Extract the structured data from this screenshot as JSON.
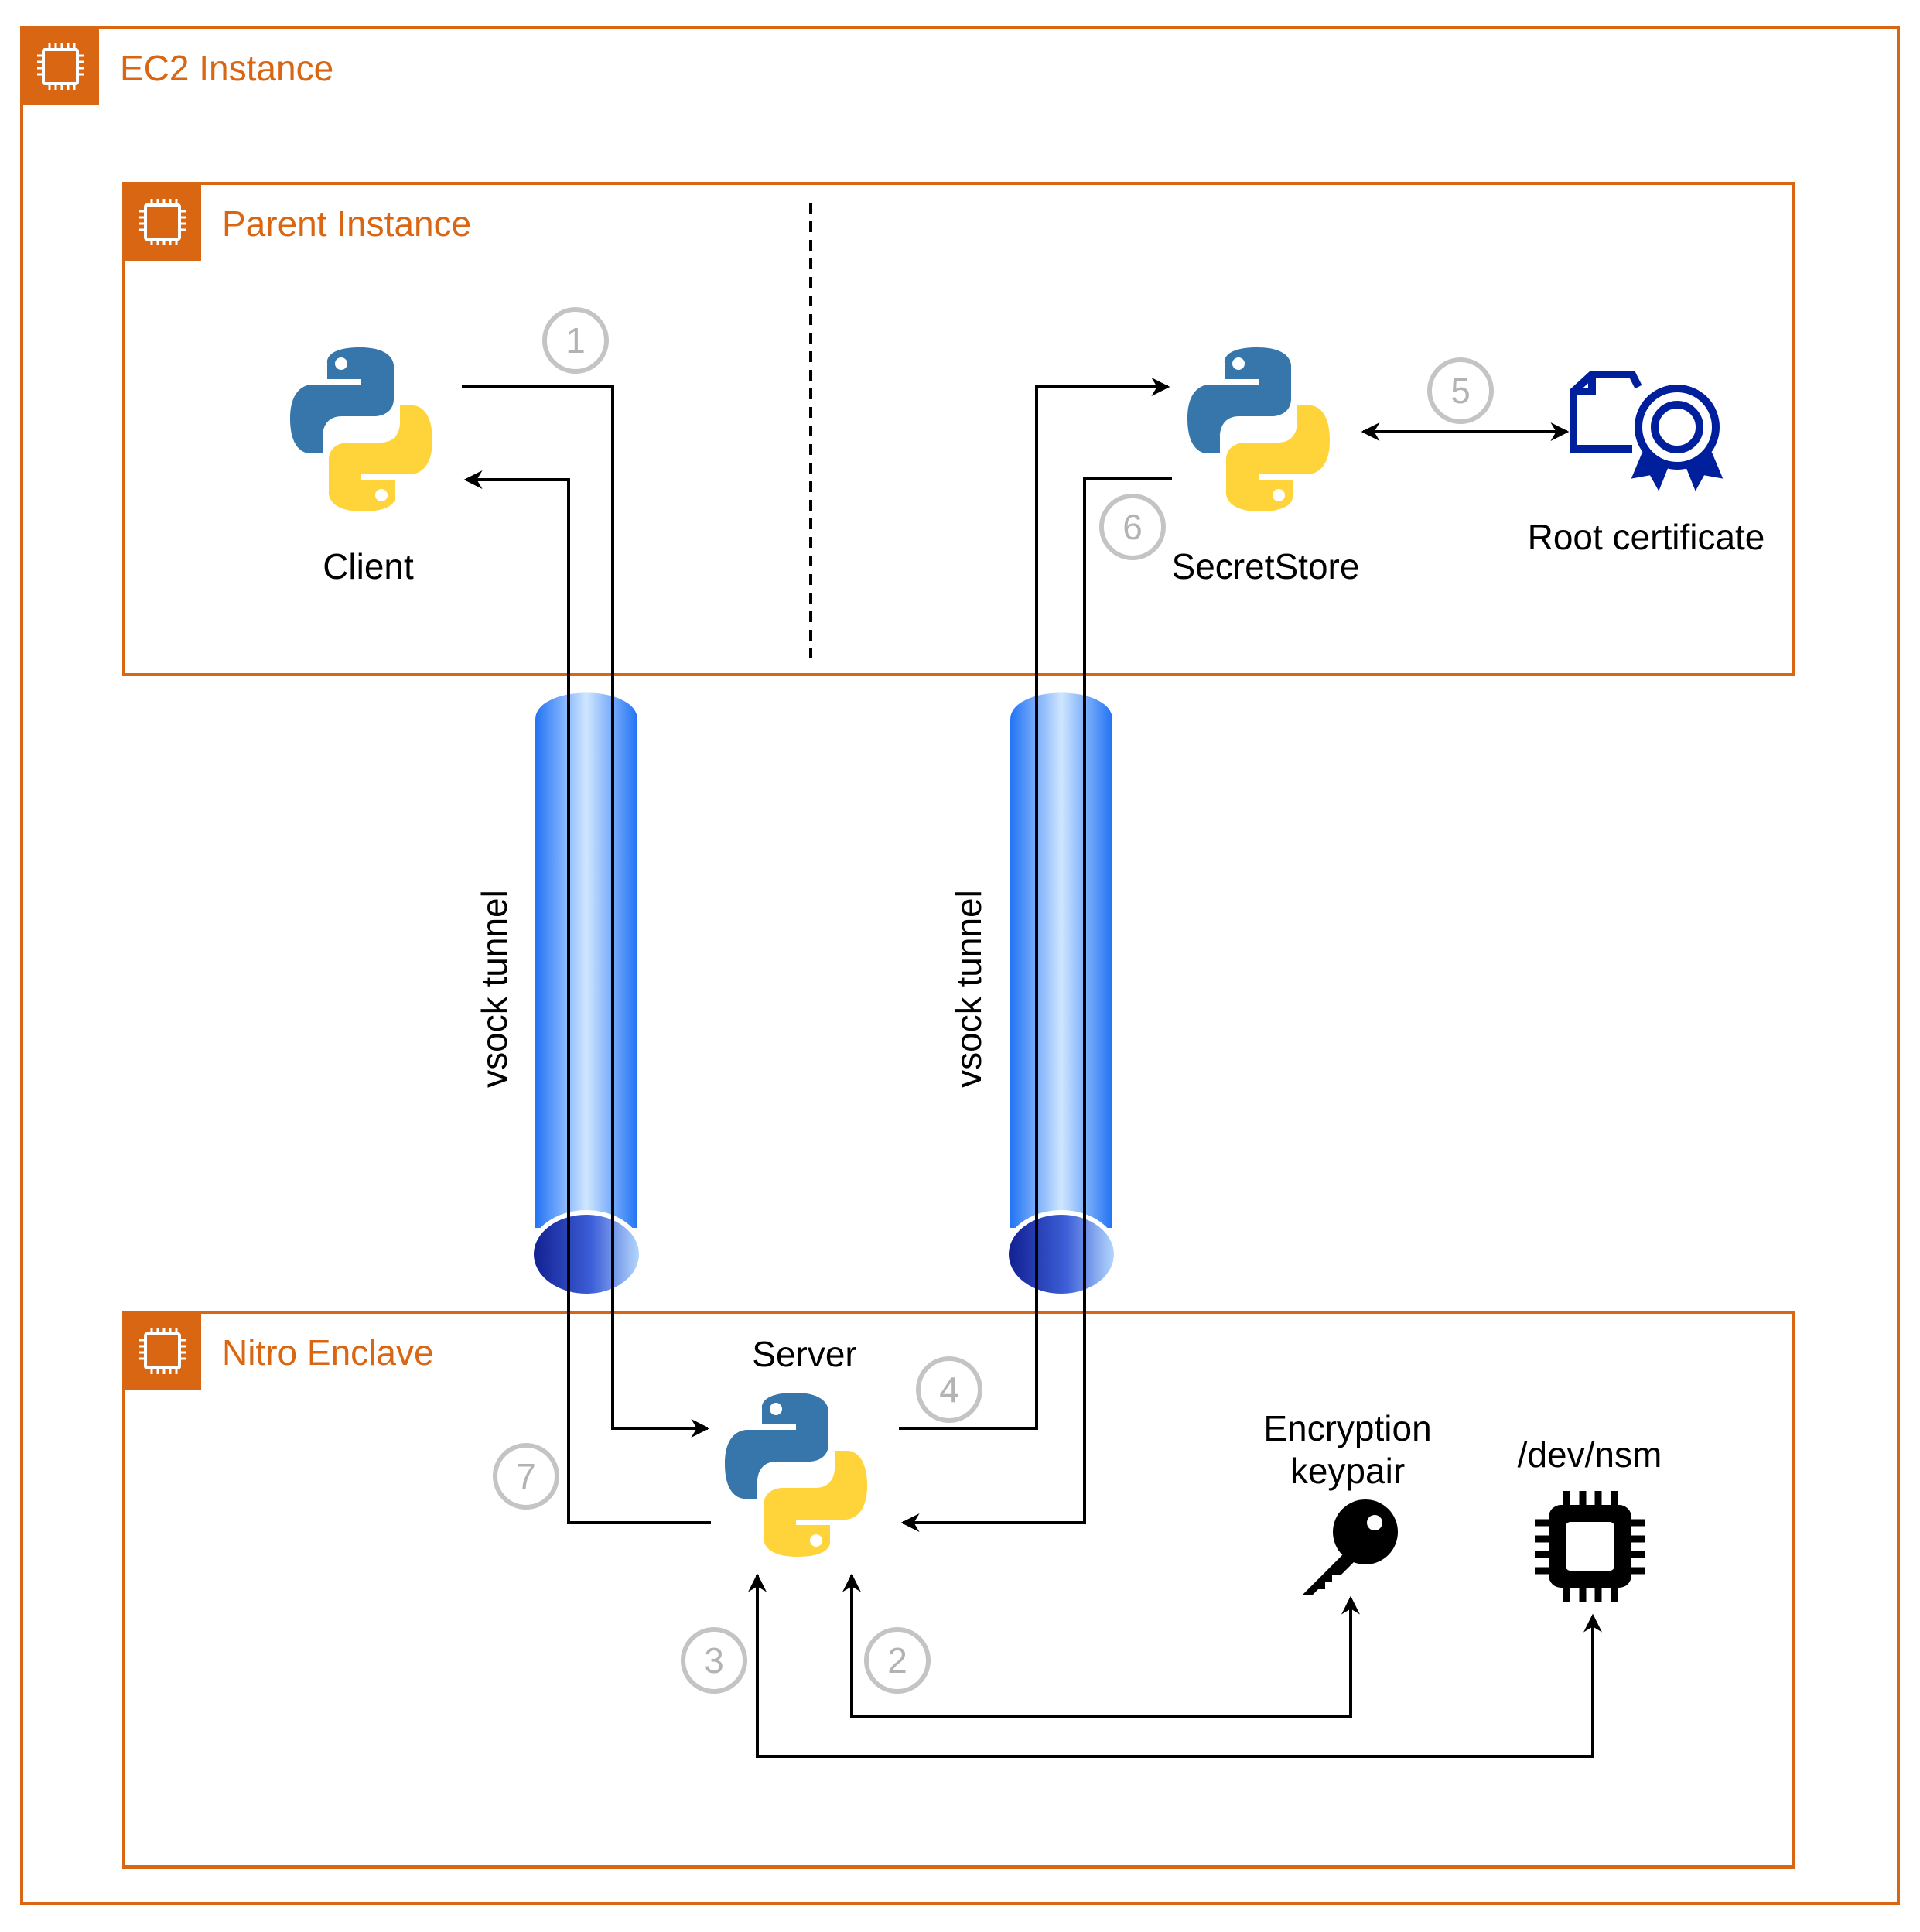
{
  "colors": {
    "aws_orange": "#d86613",
    "python_blue": "#3776ab",
    "python_yellow": "#ffd43b",
    "tunnel_blue": "#2e7cf6",
    "certificate_navy": "#001f9c",
    "step_gray": "#b3b3b3"
  },
  "groups": {
    "ec2": {
      "title": "EC2 Instance",
      "icon": "ec2-instance-icon"
    },
    "parent": {
      "title": "Parent Instance",
      "icon": "ec2-instance-icon"
    },
    "enclave": {
      "title": "Nitro Enclave",
      "icon": "ec2-instance-icon"
    }
  },
  "nodes": {
    "client": {
      "label": "Client",
      "icon": "python-logo-icon"
    },
    "secretstore": {
      "label": "SecretStore",
      "icon": "python-logo-icon"
    },
    "root_cert": {
      "label": "Root certificate",
      "icon": "certificate-icon"
    },
    "server": {
      "label": "Server",
      "icon": "python-logo-icon"
    },
    "keypair": {
      "label_line1": "Encryption",
      "label_line2": "keypair",
      "icon": "key-icon"
    },
    "nsm": {
      "label": "/dev/nsm",
      "icon": "chip-icon"
    }
  },
  "tunnels": [
    {
      "label": "vsock tunnel"
    },
    {
      "label": "vsock tunnel"
    }
  ],
  "steps": [
    "1",
    "2",
    "3",
    "4",
    "5",
    "6",
    "7"
  ]
}
